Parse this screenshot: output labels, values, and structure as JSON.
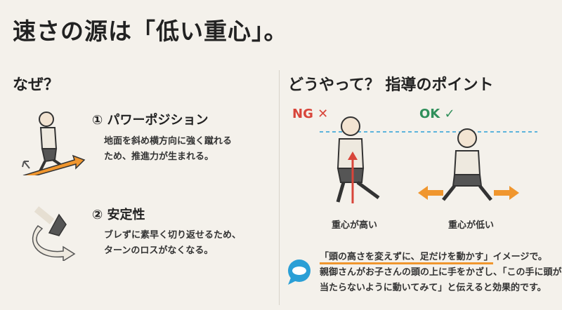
{
  "title": "速さの源は「低い重心」。",
  "left": {
    "heading": "なぜ？",
    "points": [
      {
        "title": "① パワーポジション",
        "lines": [
          "地面を斜め横方向に強く蹴れる",
          "ため、推進力が生まれる。"
        ],
        "icon": "runner-push-arrow-icon"
      },
      {
        "title": "② 安定性",
        "lines": [
          "ブレずに素早く切り返せるため、",
          "ターンのロスがなくなる。"
        ],
        "icon": "foot-turn-arrow-icon"
      }
    ]
  },
  "right": {
    "heading": "どうやって？ 指導のポイント",
    "ng": {
      "label": "NG",
      "caption": "重心が高い"
    },
    "ok": {
      "label": "OK",
      "caption": "重心が低い"
    },
    "tip": {
      "highlight": "「頭の高さを変えずに、足だけを動かす」",
      "line1_rest": "イメージで。",
      "line2": "親御さんがお子さんの頭の上に手をかざし、「この手に頭が",
      "line3": "当たらないように動いてみて」と伝えると効果的です。",
      "icon": "speech-bubble-icon"
    }
  },
  "colors": {
    "background": "#f4f1eb",
    "accent": "#f0962e",
    "ng": "#d8453a",
    "ok": "#2f8f5a",
    "guide": "#2a9fd6"
  }
}
